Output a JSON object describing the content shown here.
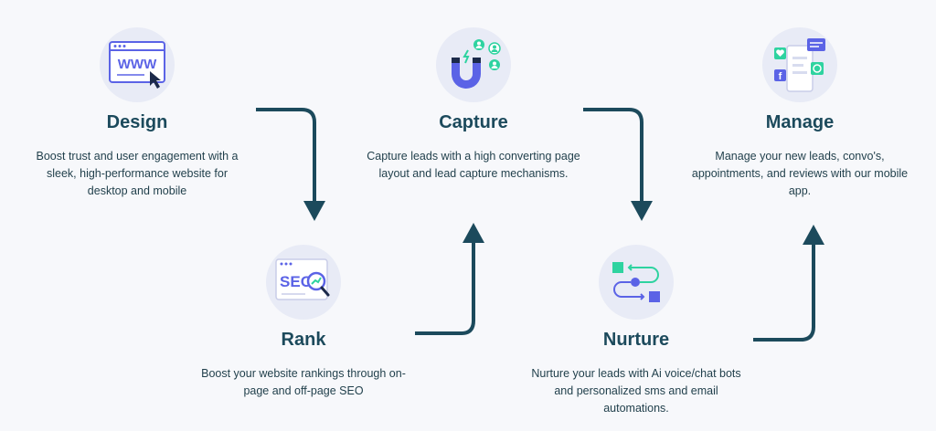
{
  "steps": {
    "design": {
      "title": "Design",
      "description": "Boost trust and user engagement with a sleek, high-performance website for desktop and mobile",
      "icon": "www-browser-icon"
    },
    "rank": {
      "title": "Rank",
      "description": "Boost your website rankings through on-page and off-page SEO",
      "icon": "seo-magnifier-icon"
    },
    "capture": {
      "title": "Capture",
      "description": "Capture leads with a high converting page layout and lead capture mechanisms.",
      "icon": "magnet-leads-icon"
    },
    "nurture": {
      "title": "Nurture",
      "description": "Nurture your leads with Ai voice/chat bots and personalized sms and email automations.",
      "icon": "workflow-icon"
    },
    "manage": {
      "title": "Manage",
      "description": "Manage your new leads, convo's, appointments, and reviews with our mobile app.",
      "icon": "mobile-app-icon"
    }
  },
  "icon_text": {
    "www": "WWW",
    "seo": "SEO"
  },
  "colors": {
    "title": "#1c4a5c",
    "arrow": "#1c4a5c",
    "accent_blue": "#5b63e6",
    "accent_green": "#2ed3a0",
    "icon_bg": "#e8ebf6",
    "background": "#f7f8fb"
  }
}
